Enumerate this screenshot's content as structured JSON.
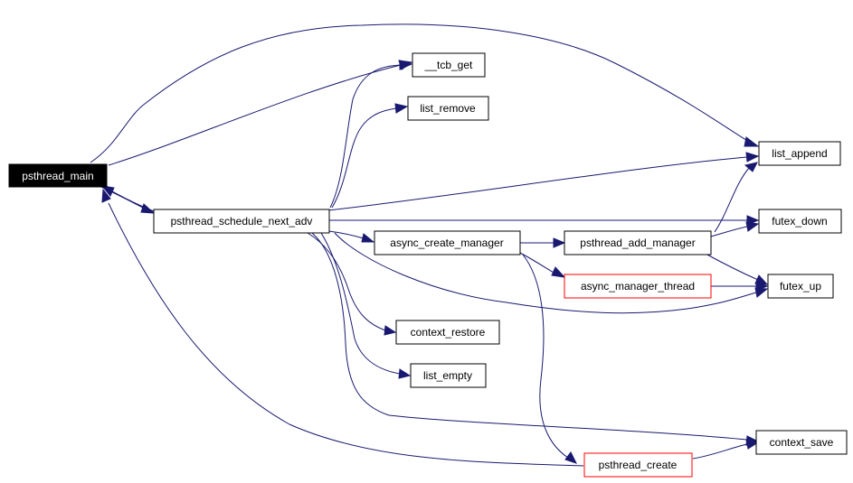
{
  "graph": {
    "edge_color": "#191970",
    "nodes": {
      "psthread_main": {
        "label": "psthread_main",
        "style": "root"
      },
      "psthread_schedule_next_adv": {
        "label": "psthread_schedule_next_adv",
        "style": "normal"
      },
      "tcb_get": {
        "label": "__tcb_get",
        "style": "normal"
      },
      "list_remove": {
        "label": "list_remove",
        "style": "normal"
      },
      "list_append": {
        "label": "list_append",
        "style": "normal"
      },
      "futex_down": {
        "label": "futex_down",
        "style": "normal"
      },
      "futex_up": {
        "label": "futex_up",
        "style": "normal"
      },
      "async_create_manager": {
        "label": "async_create_manager",
        "style": "normal"
      },
      "psthread_add_manager": {
        "label": "psthread_add_manager",
        "style": "normal"
      },
      "async_manager_thread": {
        "label": "async_manager_thread",
        "style": "red"
      },
      "context_restore": {
        "label": "context_restore",
        "style": "normal"
      },
      "list_empty": {
        "label": "list_empty",
        "style": "normal"
      },
      "context_save": {
        "label": "context_save",
        "style": "normal"
      },
      "psthread_create": {
        "label": "psthread_create",
        "style": "red"
      }
    },
    "edges": [
      {
        "from": "psthread_main",
        "to": "tcb_get"
      },
      {
        "from": "psthread_main",
        "to": "list_append"
      },
      {
        "from": "psthread_main",
        "to": "psthread_schedule_next_adv"
      },
      {
        "from": "psthread_schedule_next_adv",
        "to": "psthread_main"
      },
      {
        "from": "psthread_create",
        "to": "psthread_main"
      },
      {
        "from": "psthread_schedule_next_adv",
        "to": "tcb_get"
      },
      {
        "from": "psthread_schedule_next_adv",
        "to": "list_remove"
      },
      {
        "from": "psthread_schedule_next_adv",
        "to": "list_append"
      },
      {
        "from": "psthread_schedule_next_adv",
        "to": "futex_down"
      },
      {
        "from": "psthread_schedule_next_adv",
        "to": "async_create_manager"
      },
      {
        "from": "psthread_schedule_next_adv",
        "to": "futex_up"
      },
      {
        "from": "psthread_schedule_next_adv",
        "to": "context_restore"
      },
      {
        "from": "psthread_schedule_next_adv",
        "to": "list_empty"
      },
      {
        "from": "psthread_schedule_next_adv",
        "to": "context_save"
      },
      {
        "from": "async_create_manager",
        "to": "psthread_add_manager"
      },
      {
        "from": "async_create_manager",
        "to": "async_manager_thread"
      },
      {
        "from": "async_create_manager",
        "to": "psthread_create"
      },
      {
        "from": "psthread_add_manager",
        "to": "list_append"
      },
      {
        "from": "psthread_add_manager",
        "to": "futex_down"
      },
      {
        "from": "psthread_add_manager",
        "to": "futex_up"
      },
      {
        "from": "async_manager_thread",
        "to": "futex_up"
      },
      {
        "from": "psthread_create",
        "to": "context_save"
      }
    ]
  }
}
